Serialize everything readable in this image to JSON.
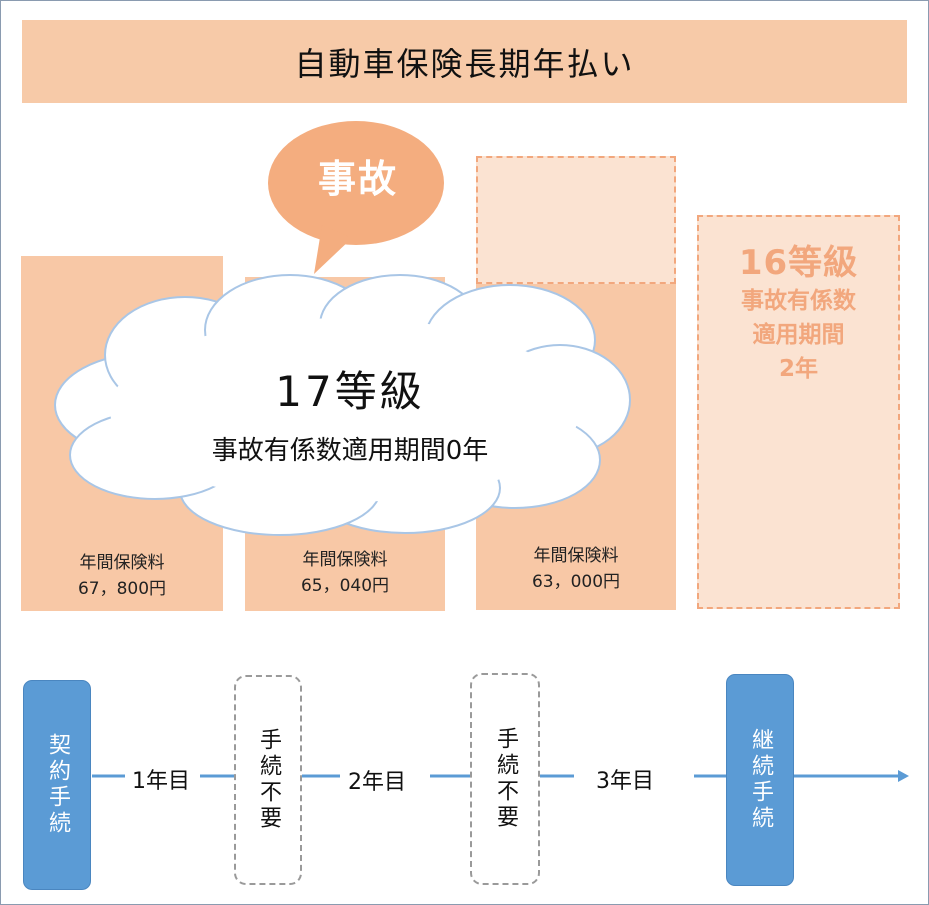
{
  "title": "自動車保険長期年払い",
  "accident_bubble": "事故",
  "cloud": {
    "grade": "17等級",
    "subtext": "事故有係数適用期間0年"
  },
  "bars": [
    {
      "label": "年間保険料",
      "amount": "67，800円"
    },
    {
      "label": "年間保険料",
      "amount": "65，040円"
    },
    {
      "label": "年間保険料",
      "amount": "63，000円"
    }
  ],
  "future_bar": {
    "grade": "16等級",
    "line1": "事故有係数",
    "line2": "適用期間",
    "line3": "2年"
  },
  "timeline": {
    "start": "契約手続",
    "year1": "1年目",
    "no_proc_1": "手続不要",
    "year2": "2年目",
    "no_proc_2": "手続不要",
    "year3": "3年目",
    "renew": "継続手続"
  },
  "colors": {
    "bar": "#f8c8a6",
    "accent_orange": "#f2a77d",
    "timeline_blue": "#5b9bd5"
  }
}
